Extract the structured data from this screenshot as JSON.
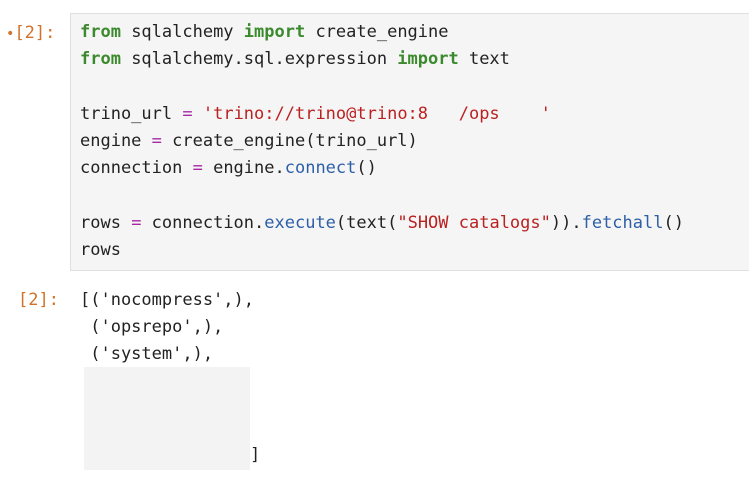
{
  "input_cell": {
    "prompt_marker": "•",
    "prompt": "[2]:",
    "lines": {
      "l1": {
        "kw1": "from",
        "mod": " sqlalchemy ",
        "kw2": "import",
        "name": " create_engine"
      },
      "l2": {
        "kw1": "from",
        "mod": " sqlalchemy.sql.expression ",
        "kw2": "import",
        "name": " text"
      },
      "l4": {
        "var": "trino_url ",
        "eq": "=",
        "sp": " ",
        "str": "'trino://trino@trino:8   /ops    '"
      },
      "l5": {
        "var": "engine ",
        "eq": "=",
        "rest": " create_engine(trino_url)"
      },
      "l6": {
        "var": "connection ",
        "eq": "=",
        "obj": " engine.",
        "method": "connect",
        "tail": "()"
      },
      "l8": {
        "var": "rows ",
        "eq": "=",
        "obj": " connection.",
        "method": "execute",
        "p1": "(text(",
        "str": "\"SHOW catalogs\"",
        "p2": ")).",
        "method2": "fetchall",
        "tail": "()"
      },
      "l9": {
        "text": "rows"
      }
    }
  },
  "output_cell": {
    "prompt": "[2]:",
    "lines": [
      "[('nocompress',),",
      " ('opsrepo',),",
      " ('system',),"
    ],
    "closing": "]"
  }
}
